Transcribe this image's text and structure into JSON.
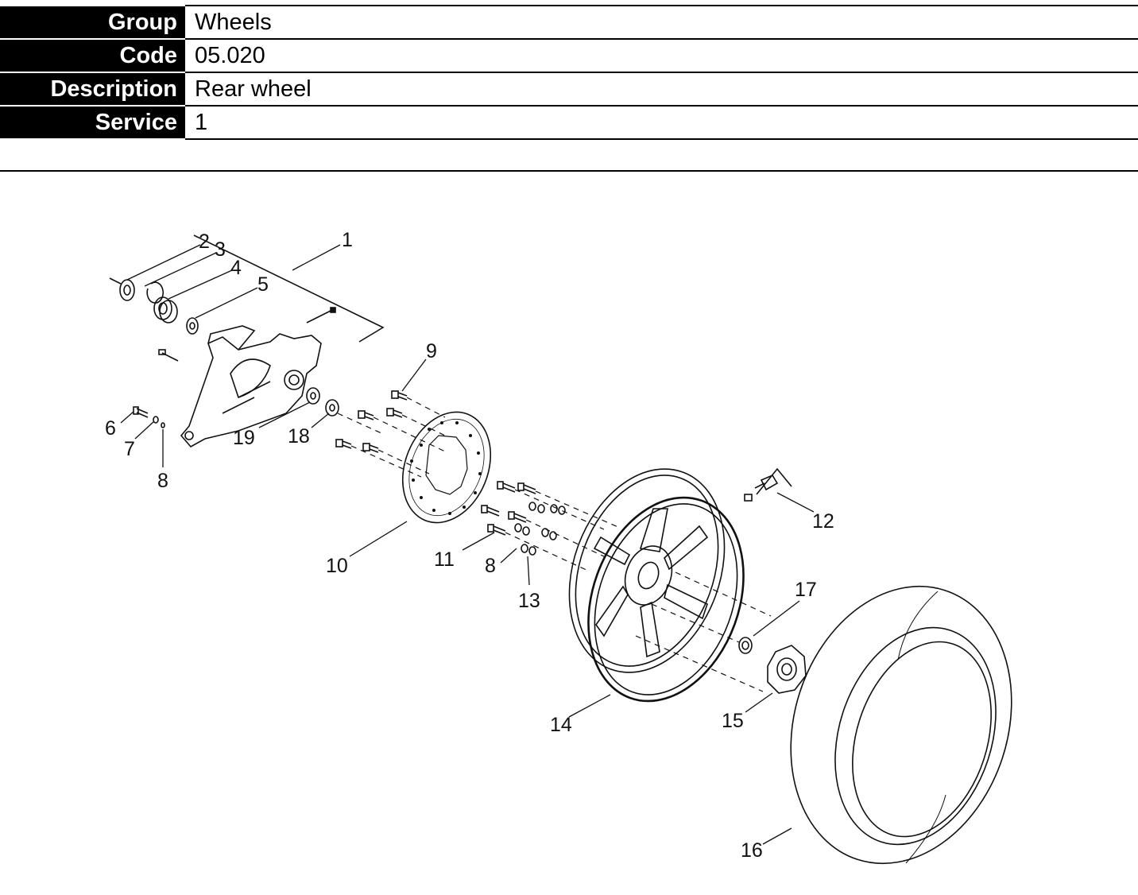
{
  "header": {
    "rows": [
      {
        "key": "Group",
        "value": "Wheels"
      },
      {
        "key": "Code",
        "value": "05.020"
      },
      {
        "key": "Description",
        "value": "Rear wheel"
      },
      {
        "key": "Service",
        "value": "1"
      }
    ]
  },
  "diagram": {
    "callouts": [
      "1",
      "2",
      "3",
      "4",
      "5",
      "6",
      "7",
      "8",
      "9",
      "10",
      "11",
      "8",
      "13",
      "14",
      "15",
      "16",
      "17",
      "18",
      "19",
      "12"
    ]
  }
}
